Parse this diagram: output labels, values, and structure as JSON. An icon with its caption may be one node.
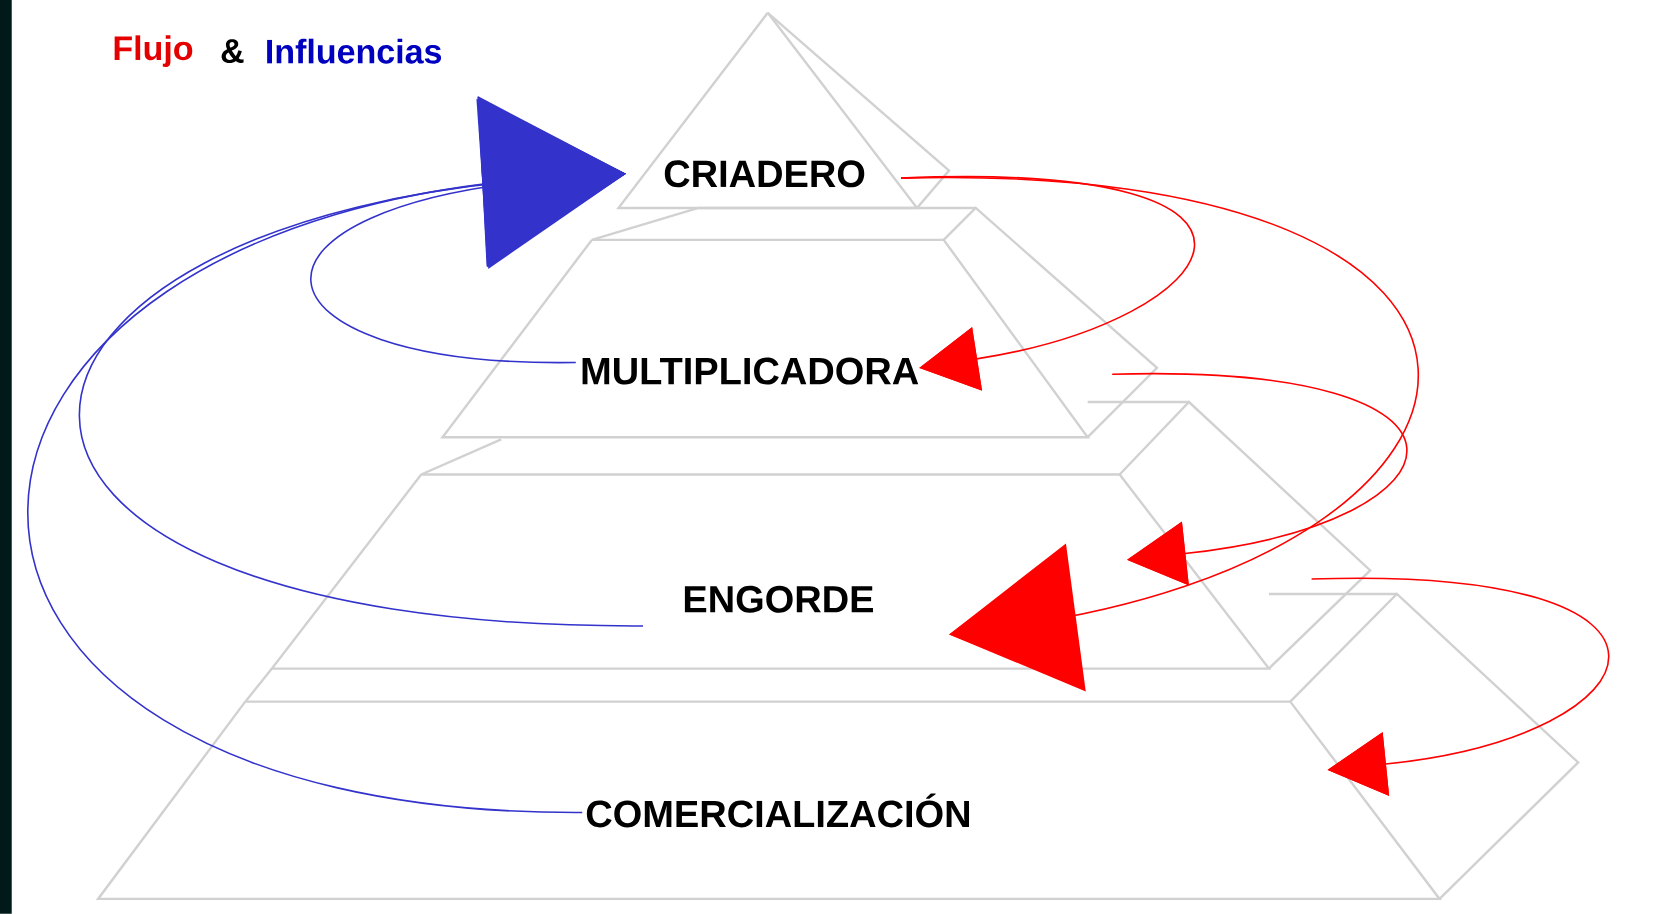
{
  "diagram": {
    "nodes": [
      {
        "text": [
          "CRIADERO"
        ]
      },
      {
        "text": [
          "MULTIPLICADORA"
        ]
      },
      {
        "text": [
          "ENGORDE"
        ]
      },
      {
        "text": [
          "COMERCIALIZACIÓN"
        ]
      }
    ],
    "edges": [
      {
        "from": 0,
        "to": 1,
        "arrow": "to"
      },
      {
        "from": 0,
        "to": 2,
        "arrow": "to"
      },
      {
        "from": 1,
        "to": 2,
        "arrow": "to"
      },
      {
        "from": 2,
        "to": 3,
        "arrow": "to"
      },
      {
        "from": 1,
        "to": 0,
        "arrow": "to",
        "color": "#3333cc"
      },
      {
        "from": 2,
        "to": 0,
        "arrow": "to",
        "color": "#3333cc"
      },
      {
        "from": 3,
        "to": 0,
        "arrow": "to",
        "color": "#3333cc"
      }
    ],
    "labels": [
      "Flujo",
      "&",
      "Influencias"
    ]
  }
}
